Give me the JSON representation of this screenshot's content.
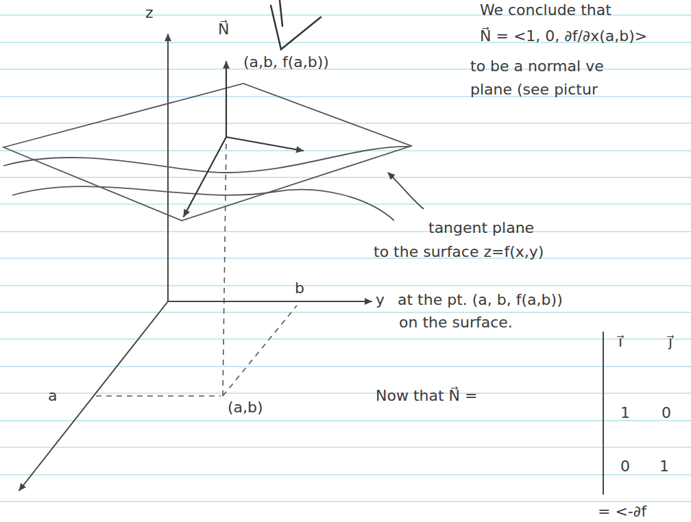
{
  "diagram": {
    "labels": [
      "z",
      "N⃗",
      "We conclude that",
      "N⃗ = <1, 0, ∂f/∂x(a,b)>",
      "(a,b, f(a,b))",
      "to be a normal ve",
      "plane (see pictur",
      "tangent plane",
      "to the surface z=f(x,y)",
      "b",
      "y",
      "at the pt. (a, b, f(a,b))",
      "on the surface.",
      "i⃗",
      "j⃗",
      "a",
      "(a,b)",
      "Now that N⃗ =",
      "1",
      "0",
      "0",
      "1",
      "= <-∂f"
    ]
  }
}
